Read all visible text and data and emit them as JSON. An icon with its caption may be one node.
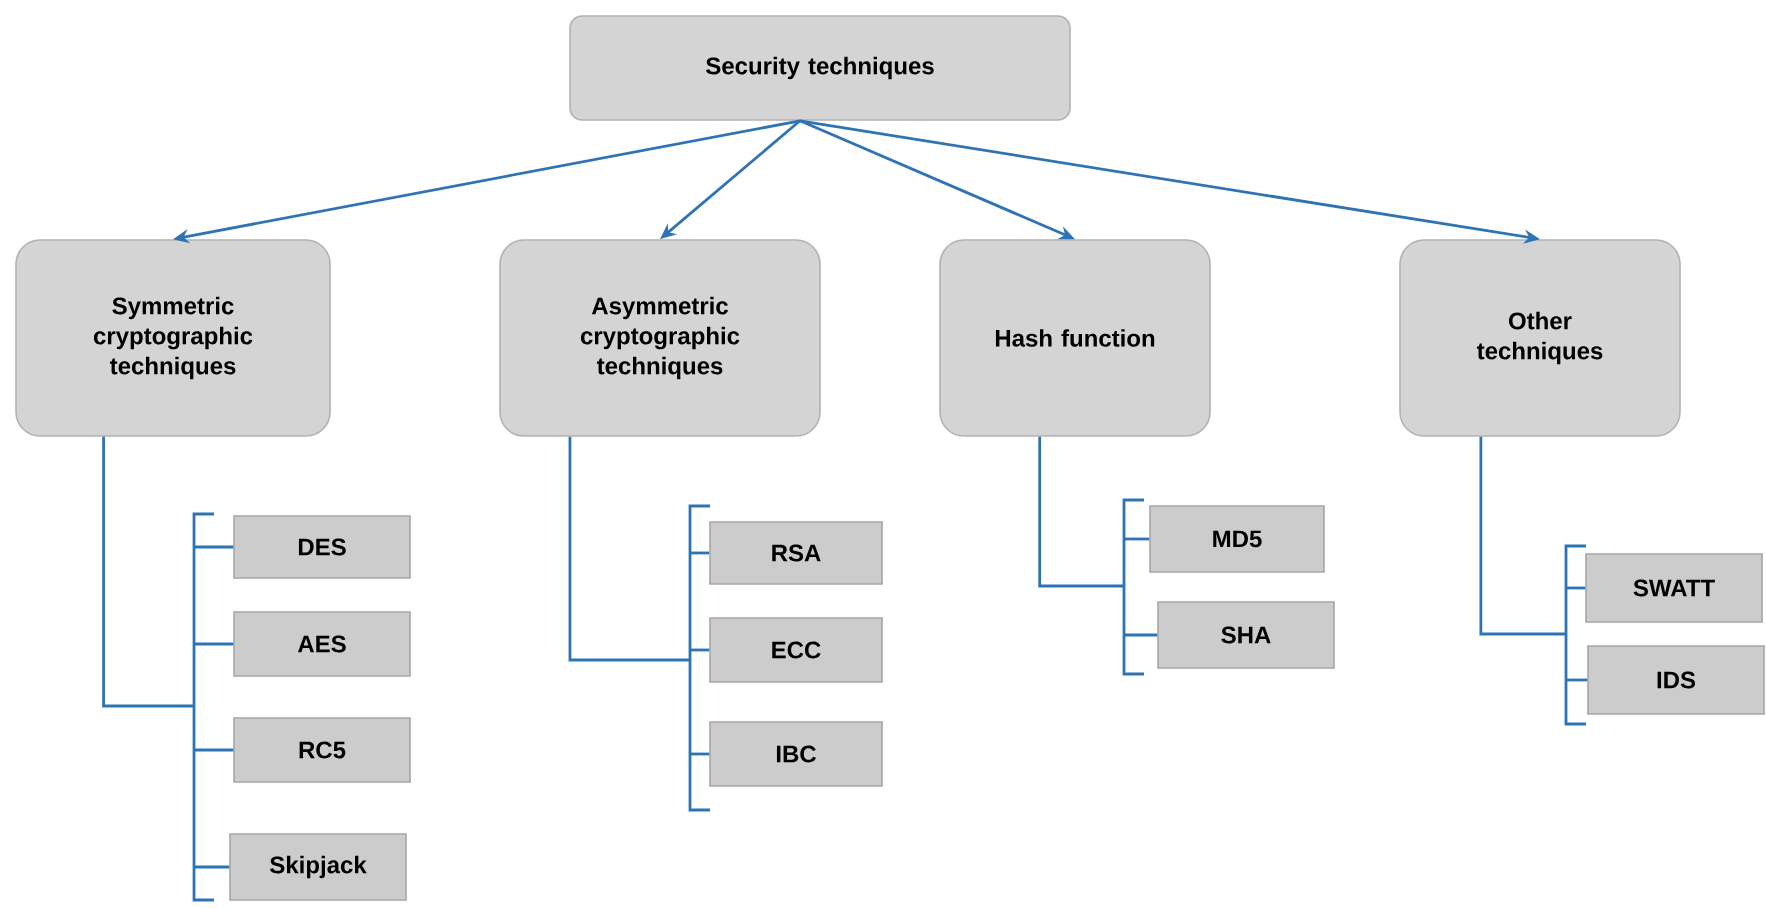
{
  "diagram": {
    "nodes": [
      {
        "text": [
          "Security techniques"
        ]
      },
      {
        "text": [
          "Symmetric cryptographic techniques"
        ]
      },
      {
        "text": [
          "Asymmetric cryptographic techniques"
        ]
      },
      {
        "text": [
          "Hash function"
        ]
      },
      {
        "text": [
          "Other techniques"
        ]
      },
      {
        "text": [
          "DES"
        ]
      },
      {
        "text": [
          "AES"
        ]
      },
      {
        "text": [
          "RC5"
        ]
      },
      {
        "text": [
          "Skipjack"
        ]
      },
      {
        "text": [
          "RSA"
        ]
      },
      {
        "text": [
          "ECC"
        ]
      },
      {
        "text": [
          "IBC"
        ]
      },
      {
        "text": [
          "MD5"
        ]
      },
      {
        "text": [
          "SHA"
        ]
      },
      {
        "text": [
          "SWATT"
        ]
      },
      {
        "text": [
          "IDS"
        ]
      }
    ],
    "edges": [
      {
        "from": 0,
        "to": 1,
        "arrow": "to"
      },
      {
        "from": 0,
        "to": 2,
        "arrow": "to"
      },
      {
        "from": 0,
        "to": 3,
        "arrow": "to"
      },
      {
        "from": 0,
        "to": 4,
        "arrow": "to"
      },
      {
        "from": 1,
        "to": 5,
        "arrow": "none"
      },
      {
        "from": 1,
        "to": 6,
        "arrow": "none"
      },
      {
        "from": 1,
        "to": 7,
        "arrow": "none"
      },
      {
        "from": 1,
        "to": 8,
        "arrow": "none"
      },
      {
        "from": 2,
        "to": 9,
        "arrow": "none"
      },
      {
        "from": 2,
        "to": 10,
        "arrow": "none"
      },
      {
        "from": 2,
        "to": 11,
        "arrow": "none"
      },
      {
        "from": 3,
        "to": 12,
        "arrow": "none"
      },
      {
        "from": 3,
        "to": 13,
        "arrow": "none"
      },
      {
        "from": 4,
        "to": 14,
        "arrow": "none"
      },
      {
        "from": 4,
        "to": 15,
        "arrow": "none"
      }
    ]
  }
}
